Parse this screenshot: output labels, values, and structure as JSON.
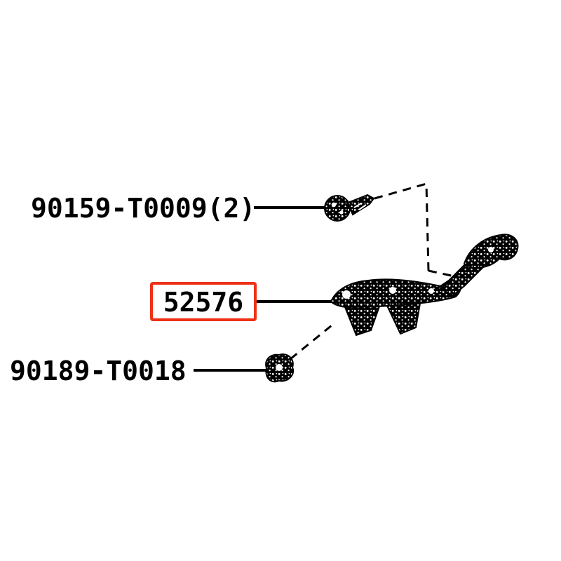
{
  "page": {
    "background": "#ffffff",
    "description_title": "Parts diagram"
  },
  "colors": {
    "ink": "#000000",
    "highlight": "#ee3117"
  },
  "parts": {
    "bolt": {
      "label": "90159-T0009(2)",
      "highlighted": false
    },
    "bracket": {
      "label": "52576",
      "highlighted": true
    },
    "clip": {
      "label": "90189-T0018",
      "highlighted": false
    }
  }
}
